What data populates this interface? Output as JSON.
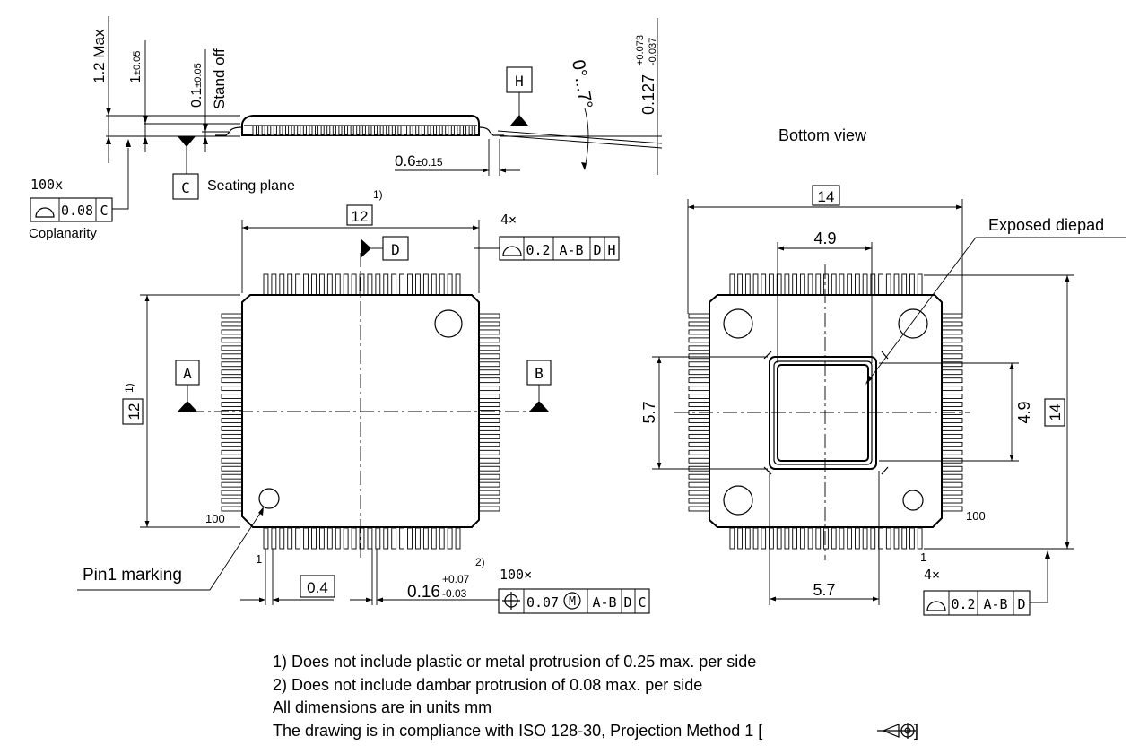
{
  "side_view": {
    "dim_max_height": "1.2 Max",
    "dim_body_height": "1",
    "dim_body_tol": "±0.05",
    "dim_standoff": "0.1",
    "dim_standoff_tol": "±0.05",
    "standoff_label": "Stand off",
    "datum_h": "H",
    "datum_c": "C",
    "seating_plane": "Seating plane",
    "angle": "0°...7°",
    "lead_thickness": "0.127",
    "lead_thickness_tol_plus": "+0.073",
    "lead_thickness_tol_minus": "-0.037",
    "foot_length": "0.6",
    "foot_length_tol": "±0.15"
  },
  "coplanarity": {
    "count": "100x",
    "frame": [
      "⌓",
      "0.08",
      "C"
    ],
    "label": "Coplanarity"
  },
  "top_view": {
    "width_dim": "12",
    "width_note": "1)",
    "height_dim": "12",
    "height_note": "1)",
    "datum_d": "D",
    "datum_a": "A",
    "datum_b": "B",
    "profile_count": "4×",
    "profile_frame": [
      "⌓",
      "0.2",
      "A-B",
      "D",
      "H"
    ],
    "pin_index": "100",
    "pin_first": "1",
    "pin1_marking": "Pin1 marking",
    "pitch": "0.4",
    "lead_width": "0.16",
    "lead_width_tol_plus": "+0.07",
    "lead_width_tol_minus": "-0.03",
    "lead_width_note": "2)",
    "position_count": "100×",
    "position_frame": [
      "⌖",
      "0.07",
      "M",
      "A-B",
      "D",
      "C"
    ]
  },
  "bottom_view": {
    "title": "Bottom view",
    "width_dim": "14",
    "height_dim": "14",
    "pad_width_top": "4.9",
    "pad_height_left": "5.7",
    "pad_height_right": "4.9",
    "pad_width_bottom": "5.7",
    "exposed_pad": "Exposed diepad",
    "pin_index": "100",
    "pin_first": "1",
    "profile_count": "4×",
    "profile_frame": [
      "⌓",
      "0.2",
      "A-B",
      "D"
    ]
  },
  "notes": [
    "1) Does not include plastic or metal protrusion of 0.25 max. per side",
    "2) Does not include dambar protrusion of 0.08 max. per side",
    "All dimensions are in units mm",
    "The drawing is in compliance with ISO 128-30, Projection Method 1 [",
    "]"
  ]
}
